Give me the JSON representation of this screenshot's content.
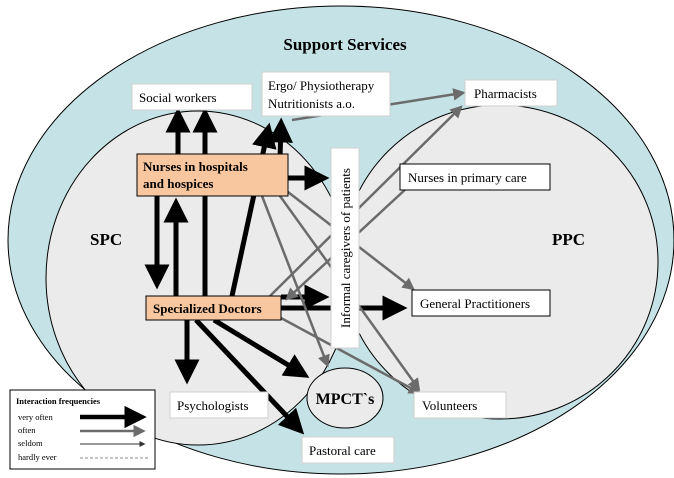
{
  "title": "Support Services",
  "regions": {
    "left": "SPC",
    "right": "PPC"
  },
  "nodes": {
    "social_workers": "Social workers",
    "ergo_line1": "Ergo/ Physiotherapy",
    "ergo_line2": "Nutritionists a.o.",
    "pharmacists": "Pharmacists",
    "nurses_hosp_line1": "Nurses in hospitals",
    "nurses_hosp_line2": "and hospices",
    "nurses_primary": "Nurses in primary care",
    "informal": "Informal caregivers of patients",
    "specialized_doctors": "Specialized Doctors",
    "general_practitioners": "General Practitioners",
    "psychologists": "Psychologists",
    "mpcts": "MPCT`s",
    "volunteers": "Volunteers",
    "pastoral_care": "Pastoral care"
  },
  "legend": {
    "title": "Interaction frequencies",
    "items": [
      "very often",
      "often",
      "seldom",
      "hardly ever"
    ]
  },
  "colors": {
    "outer_fill": "#c5e3e6",
    "inner_fill": "#ebebeb",
    "highlight_fill": "#f9c79f",
    "very_often": "#000000",
    "often": "#6b6b6b"
  }
}
